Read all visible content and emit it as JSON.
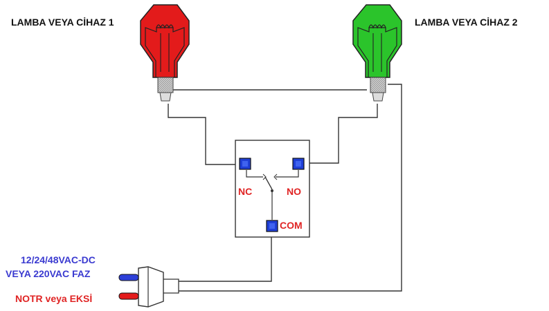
{
  "lamps": {
    "lamp1": {
      "label": "LAMBA VEYA CİHAZ 1",
      "color": "#e31b1b",
      "dark": "#b01010"
    },
    "lamp2": {
      "label": "LAMBA VEYA CİHAZ 2",
      "color": "#2bc42b",
      "dark": "#1a8f1a"
    }
  },
  "relay": {
    "nc_label": "NC",
    "no_label": "NO",
    "com_label": "COM",
    "terminal_color": "#1f3fd6"
  },
  "source": {
    "phase_line1": "12/24/48VAC-DC",
    "phase_line2": "VEYA 220VAC FAZ",
    "neutral_label": "NOTR veya EKSİ"
  },
  "colors": {
    "text_red": "#e02424",
    "text_blue": "#3a3ad0",
    "wire": "#333333"
  }
}
